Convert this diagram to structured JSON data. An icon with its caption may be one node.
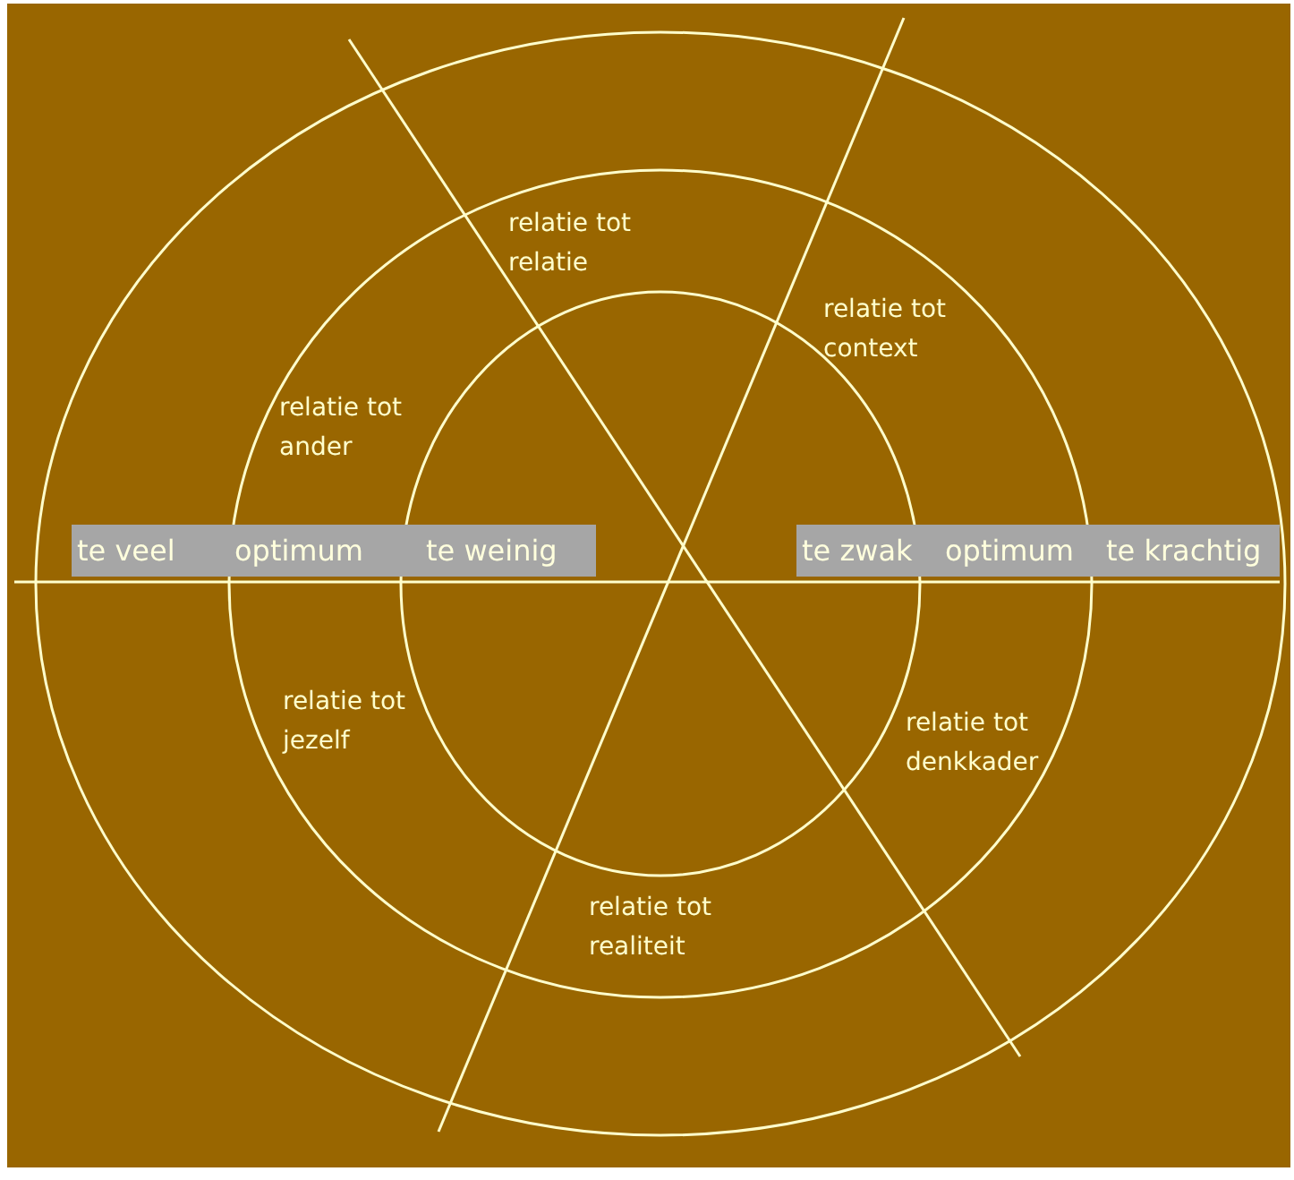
{
  "diagram": {
    "labels": [
      "relatie tot relatie",
      "relatie tot context",
      "relatie tot ander",
      "te veel",
      "optimum",
      "te weinig",
      "te zwak",
      "optimum",
      "te krachtig",
      "relatie tot jezelf",
      "relatie tot denkkader",
      "relatie tot realiteit"
    ]
  }
}
